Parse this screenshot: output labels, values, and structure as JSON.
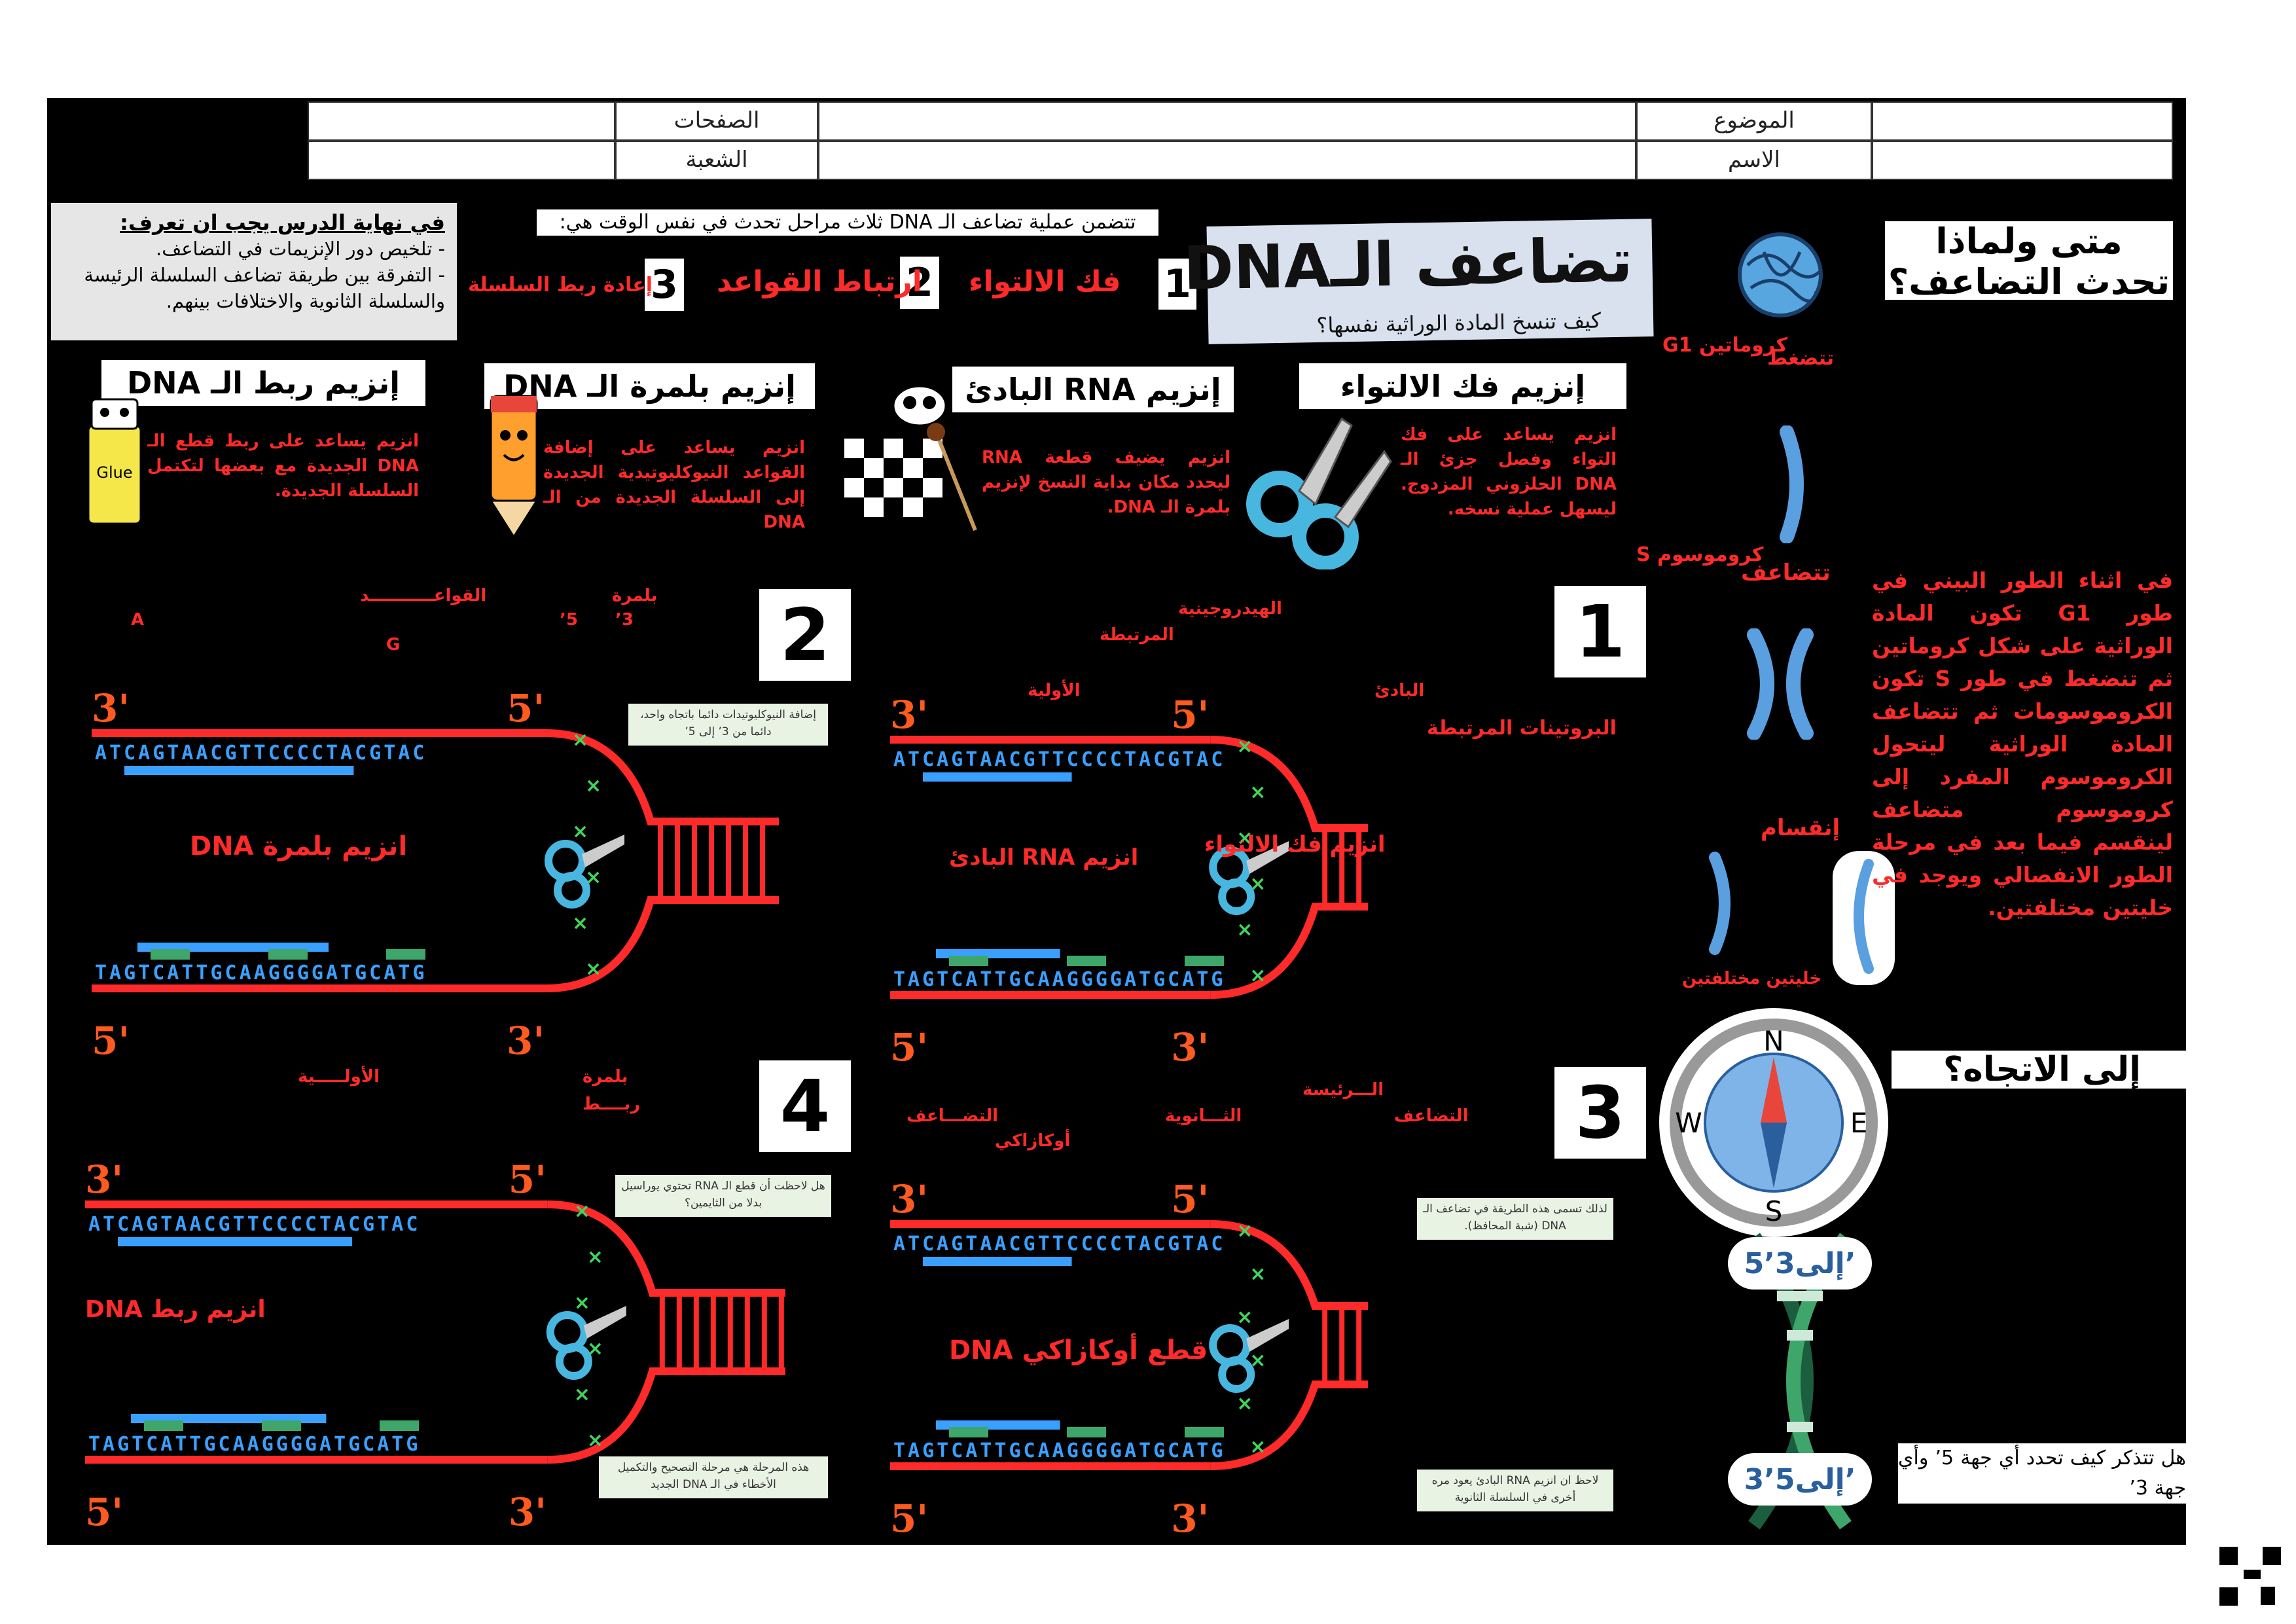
{
  "header": {
    "pages_label": "الصفحات",
    "topic_label": "الموضوع",
    "section_label": "الشعبة",
    "name_label": "الاسم"
  },
  "objectives": {
    "title": "في نهاية الدرس يجب ان تعرف:",
    "items": [
      "- تلخيص دور الإنزيمات في التضاعف.",
      "- التفرقة بين طريقة تضاعف السلسلة الرئيسة",
      "والسلسلة الثانوية والاختلافات بينهم."
    ]
  },
  "intro_text": "تتضمن عملية تضاعف الـ DNA ثلاث مراحل تحدث في نفس الوقت هي:",
  "steps": [
    {
      "num": "1",
      "label": "فك الالتواء"
    },
    {
      "num": "2",
      "label": "ارتباط القواعد"
    },
    {
      "num": "3",
      "label": "إعادة ربط السلسلة"
    }
  ],
  "title": {
    "main": "تضاعف الـDNA",
    "sub": "كيف تنسخ المادة الوراثية نفسها؟"
  },
  "enzymes": [
    {
      "name": "إنزيم فك الالتواء",
      "desc": "انزيم يساعد على فك التواء وفصل جزئ الـ DNA الحلزوني المزدوج. ليسهل عملية نسخه."
    },
    {
      "name": "إنزيم RNA البادئ",
      "desc": "انزيم يضيف قطعة RNA ليحدد مكان بداية النسخ لإنزيم بلمرة الـ DNA."
    },
    {
      "name": "إنزيم بلمرة الـ DNA",
      "desc": "انزيم يساعد على إضافة القواعد النيوكليوتيدية الجديدة إلى السلسلة الجديدة من الـ DNA"
    },
    {
      "name": "إنزيم ربط الـ DNA",
      "desc": "انزيم يساعد على ربط قطع الـ DNA الجديدة مع بعضها لتكتمل السلسلة الجديدة."
    }
  ],
  "panels": [
    {
      "num": "1",
      "words": [
        "الهيدروجينية",
        "المرتبطة",
        "البادئ",
        "الأولية"
      ],
      "labels": [
        "البروتينات المرتبطة",
        "انزيم فك الالتواء",
        "انزيم RNA البادئ"
      ]
    },
    {
      "num": "2",
      "words": [
        "بلمرة",
        "القواعـــــــــــد",
        "5’",
        "3’",
        "A",
        "G"
      ],
      "labels": [
        "انزيم بلمرة DNA"
      ],
      "note": "إضافة النيوكليوتيدات دائما باتجاه واحد، دائما من 3’ إلى 5’"
    },
    {
      "num": "3",
      "words": [
        "الـــرئيسة",
        "التضاعف",
        "الثـــانوية",
        "التضـــاعف",
        "أوكازاكي"
      ],
      "labels": [
        "قطع أوكازاكي DNA"
      ],
      "notes": [
        "لذلك تسمى هذه الطريقة في تضاعف الـ DNA (شبة المحافظ).",
        "لاحظ ان انزيم RNA البادئ يعود مره أخرى في السلسلة الثانوية"
      ]
    },
    {
      "num": "4",
      "words": [
        "بلمرة",
        "ربــــط",
        "الأولـــــية"
      ],
      "labels": [
        "انزيم ربط DNA"
      ],
      "notes": [
        "هل لاحظت أن قطع الـ RNA تحتوي يوراسيل بدلا من الثايمين؟",
        "هذه المرحلة هي مرحلة التصحيح والتكميل الأخطاء في الـ DNA الجديد"
      ]
    }
  ],
  "dna": {
    "top_seq": "ATCAGTAACGTTCCCCTACGTAC",
    "bottom_seq": "TAGTCATTGCAAGGGGATGCATG",
    "end3": "3'",
    "end5": "5'"
  },
  "side": {
    "q1": "متى ولماذا تحدث التضاعف؟",
    "chromatin": "كروماتين G1",
    "condense": "تتضغط",
    "chromosome": "كروموسوم S",
    "replicate": "تتضاعف",
    "division": "إنقسام",
    "two_cells": "خليتين مختلفتين",
    "paragraph": "في اثناء الطور البيني في طور G1 تكون المادة الوراثية على شكل كروماتين ثم تنضغط في طور S تكون الكروموسومات ثم تتضاعف المادة الوراثية ليتحول الكروموسوم المفرد إلى كروموسوم متضاعف لينقسم فيما بعد في مرحلة الطور الانفصالي ويوجد في خليتين مختلفتين.",
    "q2": "إلى الاتجاه؟",
    "compass": [
      "N",
      "E",
      "S",
      "W"
    ],
    "dir1": "5’إلى3’",
    "dir2": "3’إلى5’",
    "question": "هل تتذكر كيف تحدد أي جهة 5’ وأي جهة 3’"
  },
  "colors": {
    "red": "#ff2a2a",
    "blue": "#3aa0ff",
    "green": "#3fa66b",
    "sheet": "#000000"
  }
}
